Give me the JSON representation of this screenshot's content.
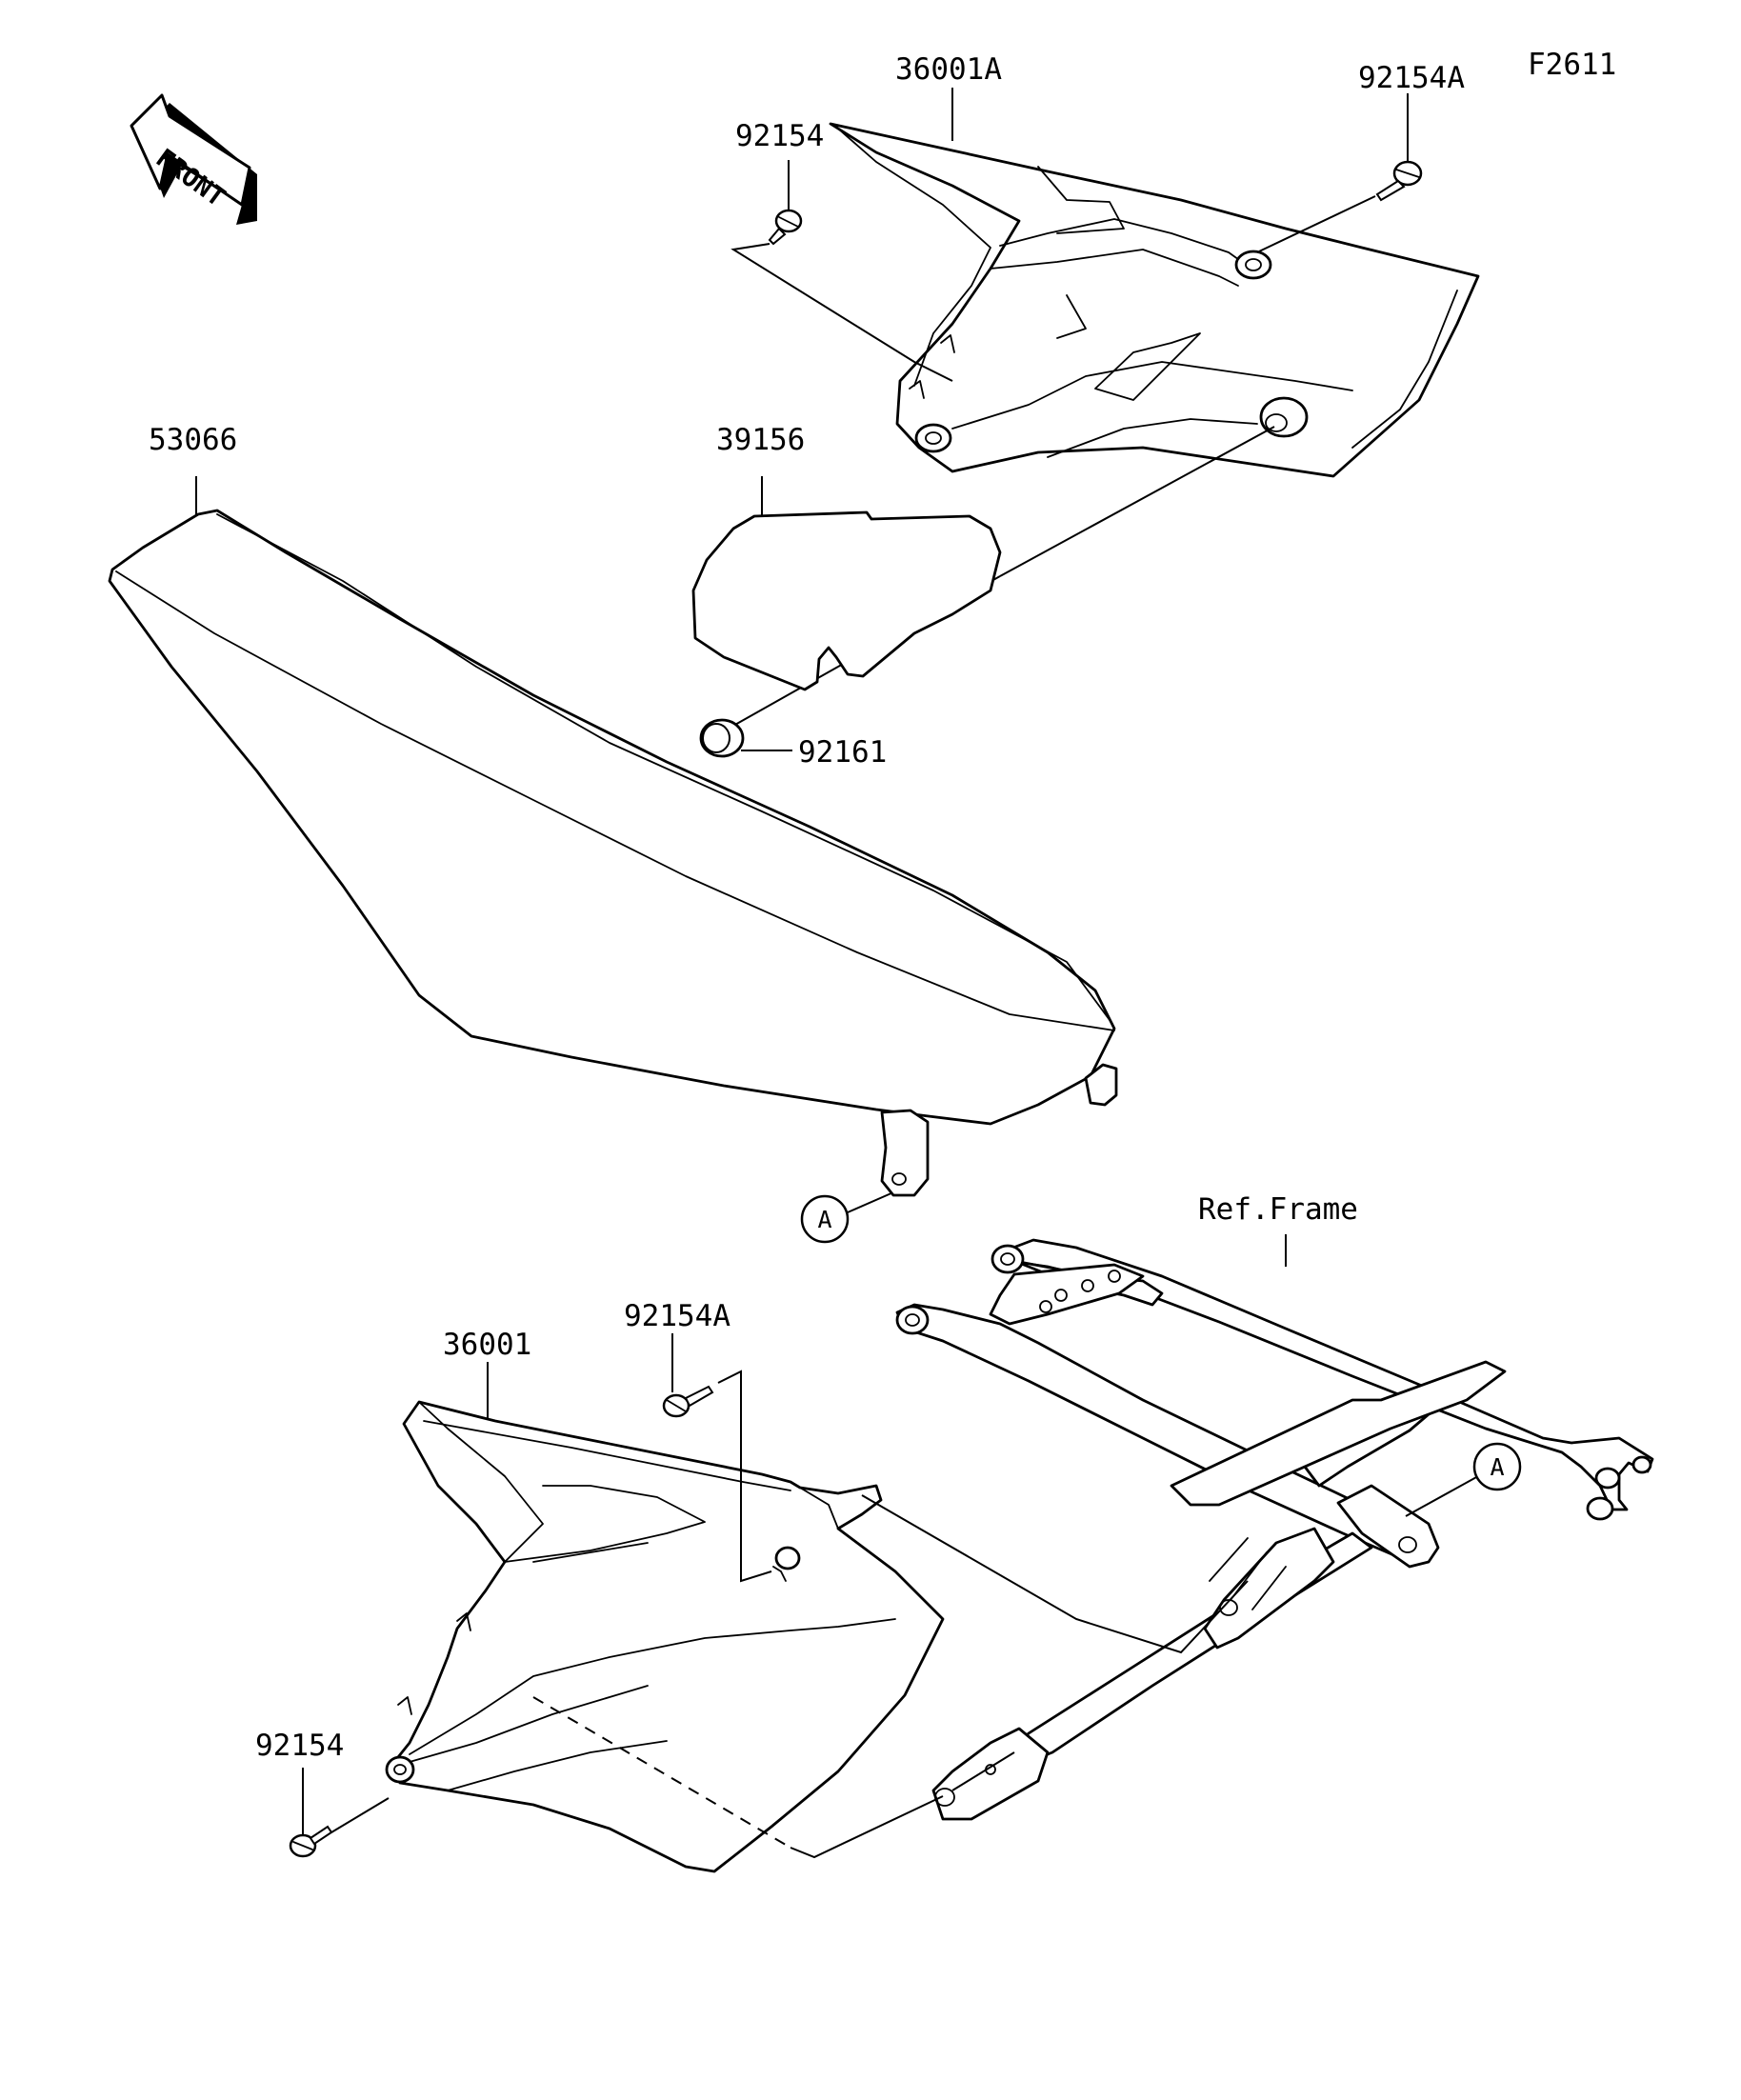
{
  "figure_code": "F2611",
  "direction_label": "FRONT",
  "callouts": {
    "side_cover_right": "36001A",
    "bolt_top_left": "92154",
    "bolt_top_right": "92154A",
    "seat": "53066",
    "pad": "39156",
    "damper": "92161",
    "reference_a_top": "A",
    "frame_reference": "Ref.Frame",
    "bolt_bottom_top": "92154A",
    "side_cover_left": "36001",
    "reference_a_bottom": "A",
    "bolt_bottom_left": "92154"
  }
}
